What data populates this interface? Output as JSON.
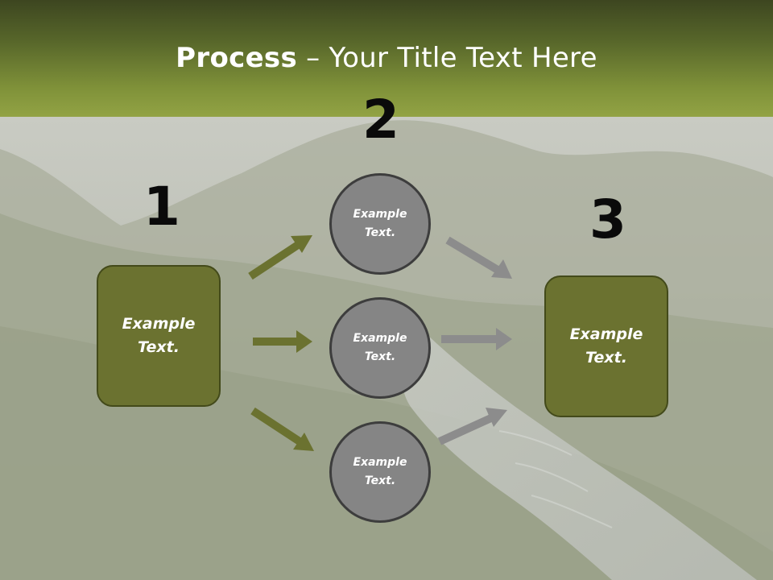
{
  "title": {
    "bold": "Process",
    "rest": " – Your Title Text Here"
  },
  "steps": {
    "one": "1",
    "two": "2",
    "three": "3"
  },
  "left_box": {
    "label": "Example Text."
  },
  "right_box": {
    "label": "Example Text."
  },
  "circles": [
    {
      "label": "Example Text."
    },
    {
      "label": "Example Text."
    },
    {
      "label": "Example Text."
    }
  ],
  "colors": {
    "header_dark": "#3d4620",
    "header_light": "#92a344",
    "box_fill": "#6b7230",
    "box_border": "#434a1a",
    "circle_fill": "#858585",
    "circle_border": "#3d3d3d",
    "arrow_green": "#6b7230",
    "arrow_gray": "#8c8c8c"
  }
}
